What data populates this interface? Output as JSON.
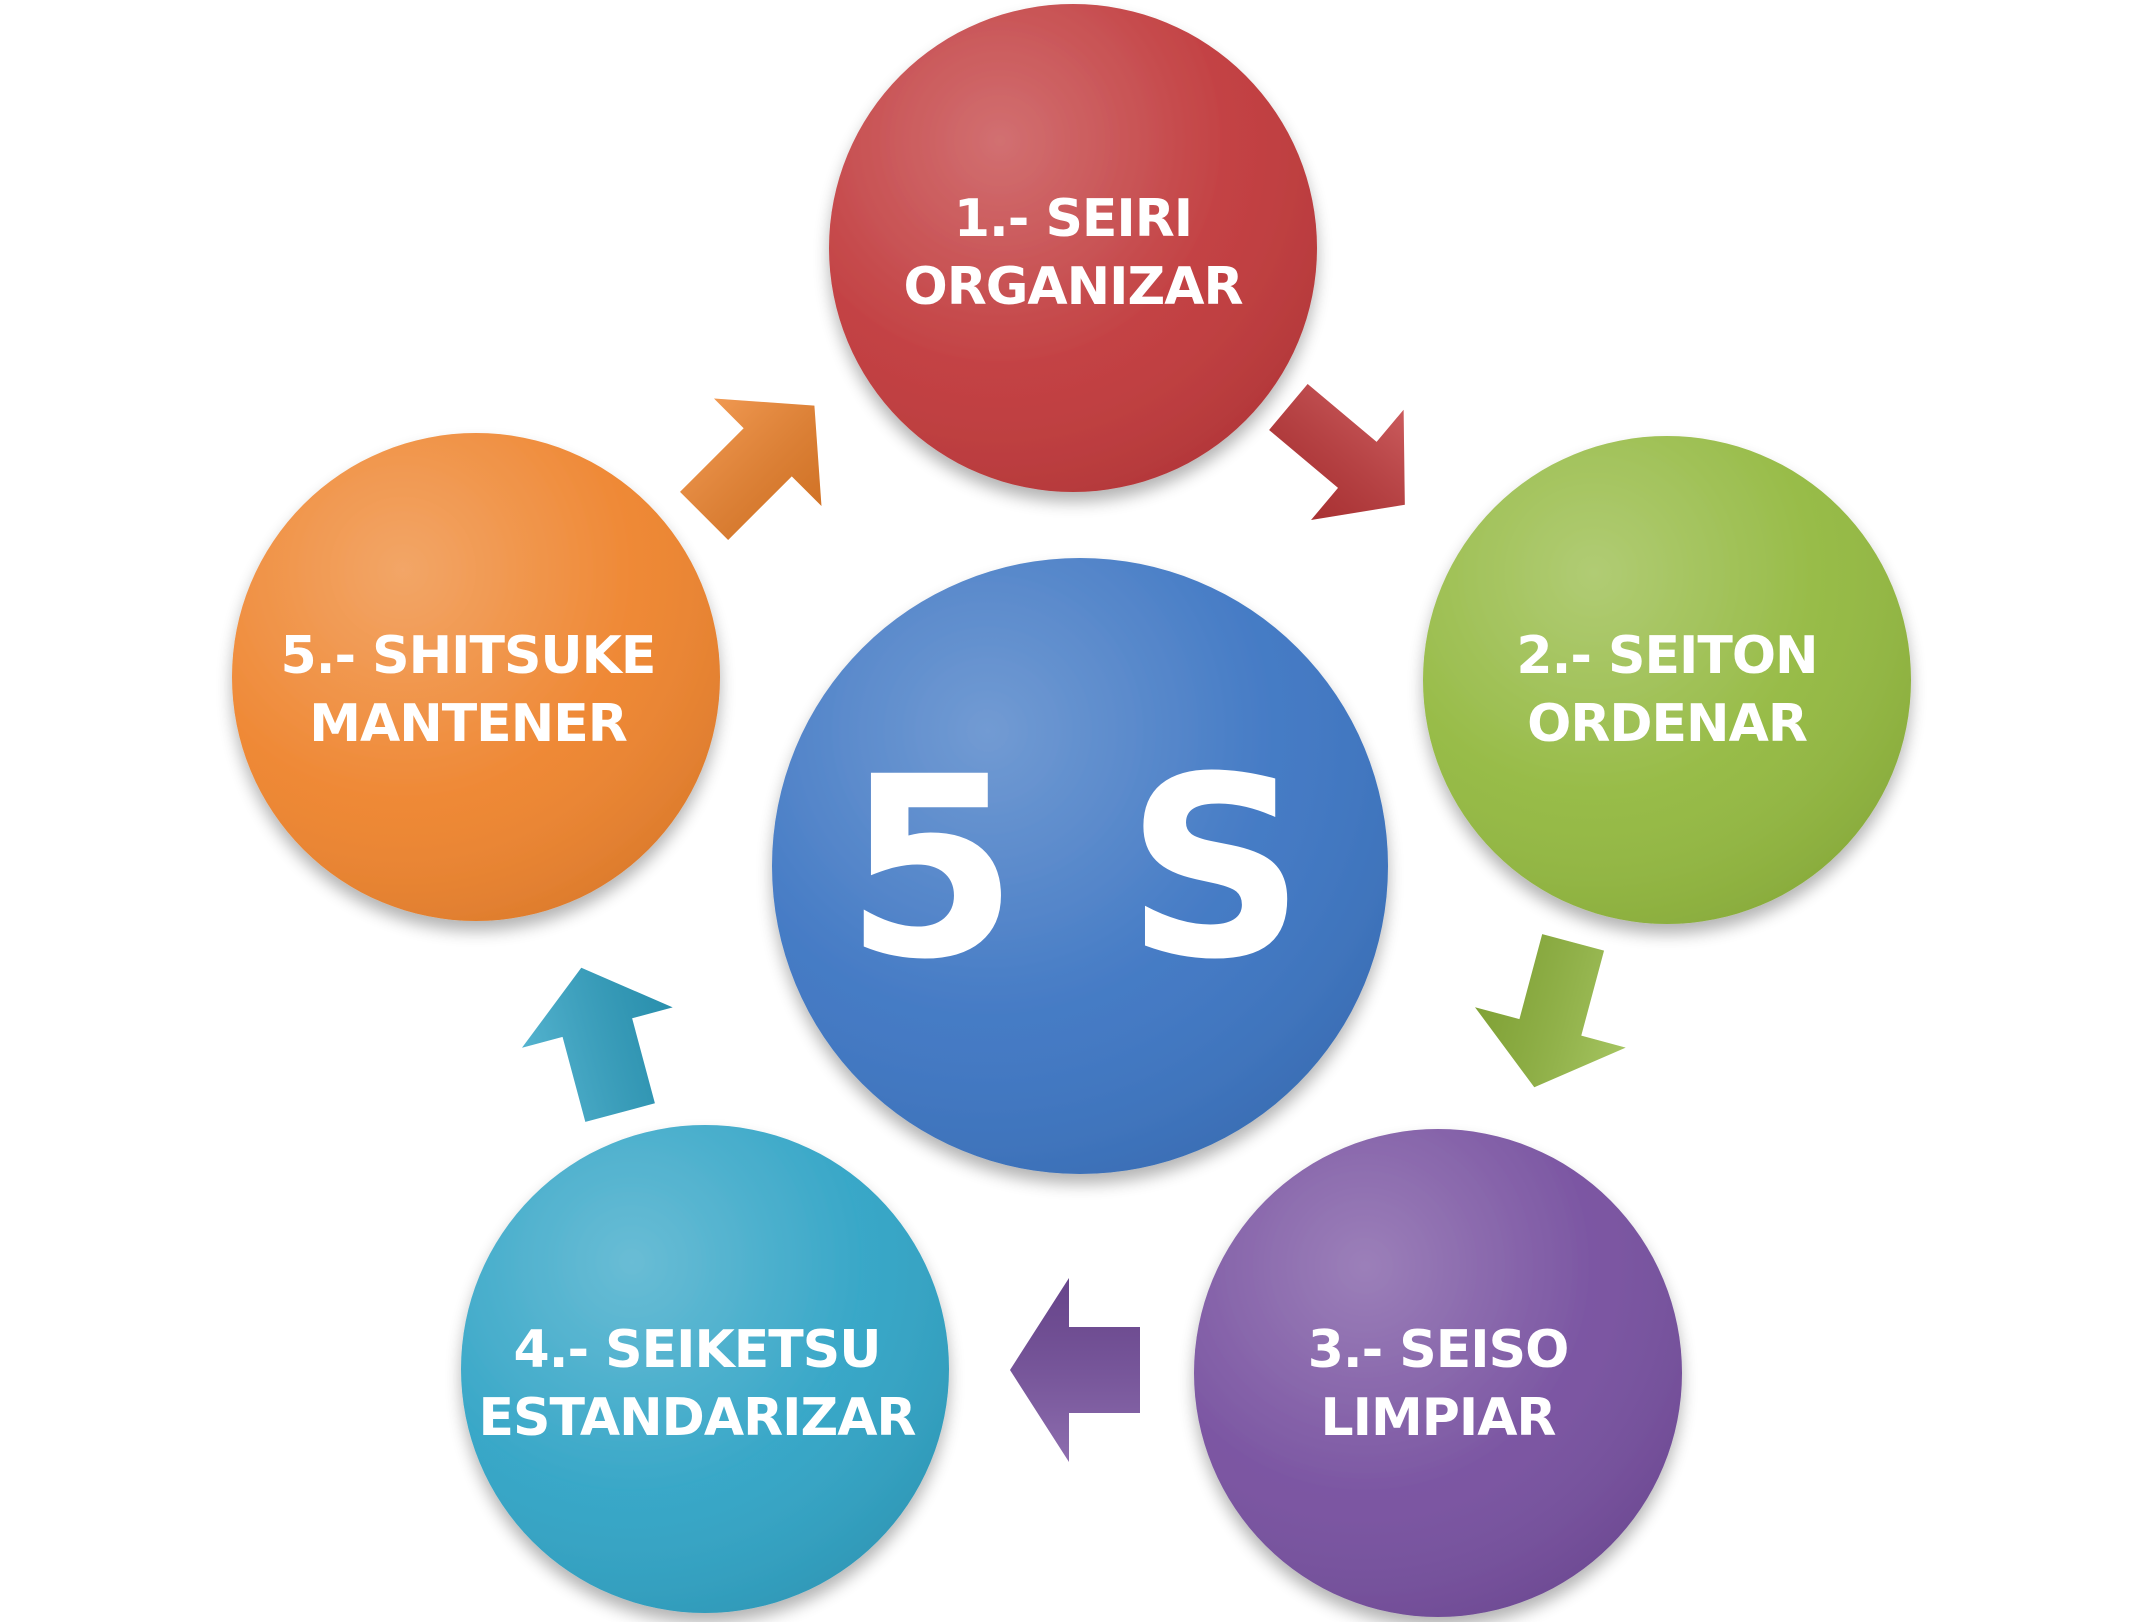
{
  "center": {
    "label": "5 S",
    "color": "#3b74c2"
  },
  "steps": [
    {
      "line1": "1.- SEIRI",
      "line2": "ORGANIZAR",
      "color": "#c0383a"
    },
    {
      "line1": "2.- SEITON",
      "line2": "ORDENAR",
      "color": "#92b83e"
    },
    {
      "line1": "3.- SEISO",
      "line2": "LIMPIAR",
      "color": "#754e9e"
    },
    {
      "line1": "4.- SEIKETSU",
      "line2": "ESTANDARIZAR",
      "color": "#2fa3c5"
    },
    {
      "line1": "5.- SHITSUKE",
      "line2": "MANTENER",
      "color": "#ee832c"
    }
  ],
  "arrows": [
    {
      "from": "1.- SEIRI",
      "to": "2.- SEITON",
      "color": "#c0383a",
      "icon": "arrow-down-right-icon"
    },
    {
      "from": "2.- SEITON",
      "to": "3.- SEISO",
      "color": "#92b83e",
      "icon": "arrow-down-icon"
    },
    {
      "from": "3.- SEISO",
      "to": "4.- SEIKETSU",
      "color": "#754e9e",
      "icon": "arrow-left-icon"
    },
    {
      "from": "4.- SEIKETSU",
      "to": "5.- SHITSUKE",
      "color": "#2fa3c5",
      "icon": "arrow-up-icon"
    },
    {
      "from": "5.- SHITSUKE",
      "to": "1.- SEIRI",
      "color": "#ee832c",
      "icon": "arrow-up-right-icon"
    }
  ]
}
